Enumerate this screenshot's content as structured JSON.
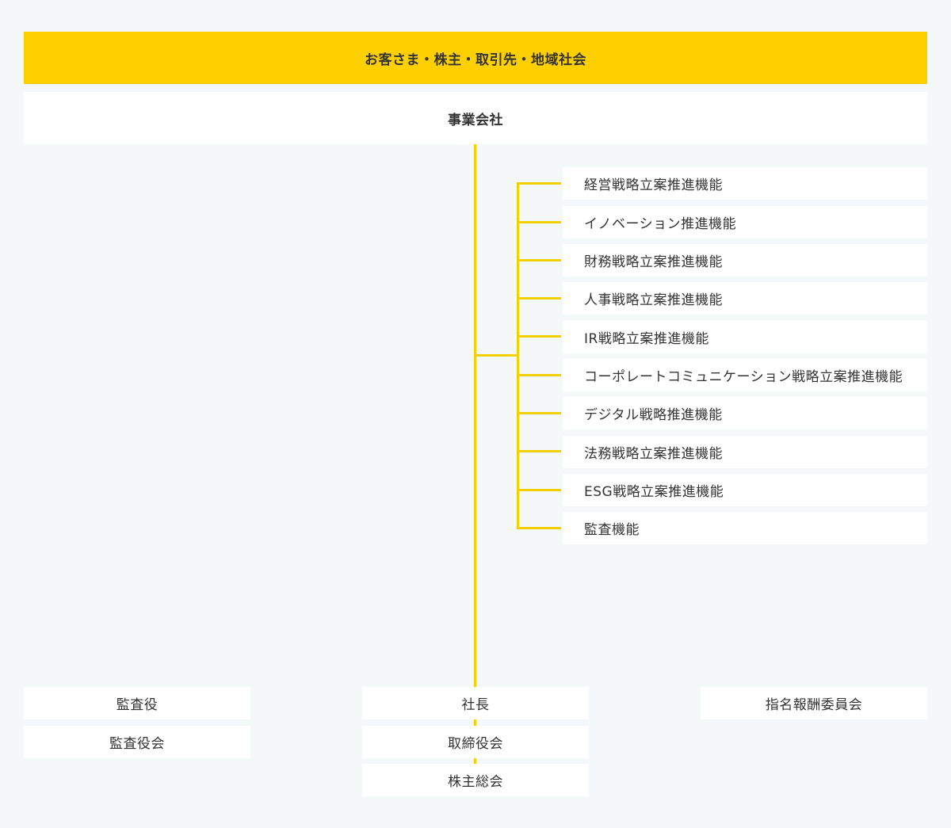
{
  "stakeholders": "お客さま・株主・取引先・地域社会",
  "company": "事業会社",
  "functions": [
    "経営戦略立案推進機能",
    "イノベーション推進機能",
    "財務戦略立案推進機能",
    "人事戦略立案推進機能",
    "IR戦略立案推進機能",
    "コーポレートコミュニケーション戦略立案推進機能",
    "デジタル戦略推進機能",
    "法務戦略立案推進機能",
    "ESG戦略立案推進機能",
    "監査機能"
  ],
  "left_column": [
    "監査役",
    "監査役会"
  ],
  "center_column": [
    "社長",
    "取締役会",
    "株主総会"
  ],
  "right_column": [
    "指名報酬委員会"
  ],
  "colors": {
    "accent": "#ffd000",
    "line": "#f5cf00",
    "background": "#f5f8f9",
    "box": "#ffffff",
    "text": "#333333"
  }
}
